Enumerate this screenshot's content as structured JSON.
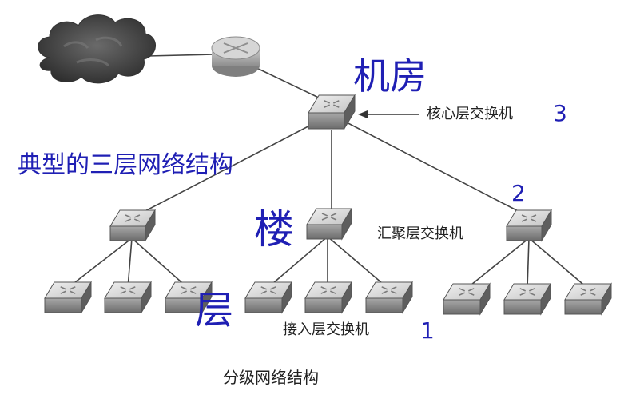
{
  "labels": {
    "machine_room": "机房",
    "core_switch": "核心层交换机",
    "core_number": "3",
    "typical_title": "典型的三层网络结构",
    "building": "楼",
    "aggregation_switch": "汇聚层交换机",
    "aggregation_number": "2",
    "floor": "层",
    "access_switch": "接入层交换机",
    "access_number": "1",
    "caption": "分级网络结构"
  },
  "colors": {
    "annotation_blue": "#1f1fb4",
    "switch_top": "#d9d9d9",
    "switch_side": "#8a8a8a",
    "cloud": "#555555",
    "router": "#b0b0b0",
    "line": "#444444"
  },
  "icons": {
    "cloud": "cloud-icon",
    "router": "router-icon",
    "switch": "switch-icon"
  }
}
